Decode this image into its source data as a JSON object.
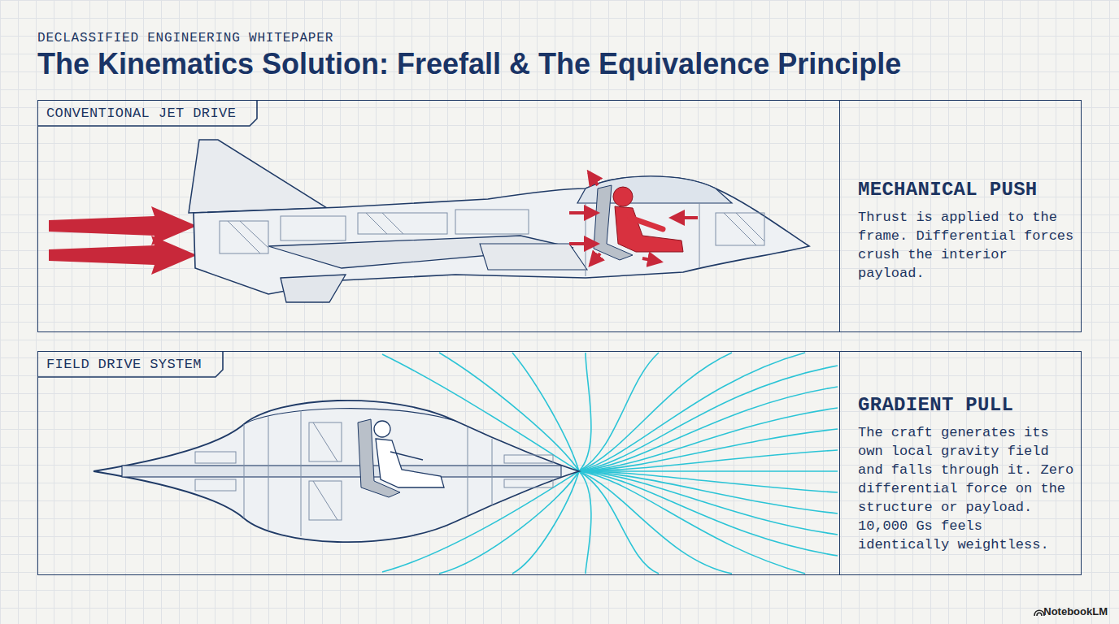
{
  "diagram": {
    "title": "The Kinematics Solution: Freefall & The Equivalence Principle",
    "nodes": [
      {
        "text": [
          "CONVENTIONAL JET DRIVE"
        ]
      },
      {
        "text": [
          "MECHANICAL PUSH",
          "Thrust is applied to the frame. Differential forces crush the interior payload."
        ],
        "in": 0
      },
      {
        "text": [
          "FIELD DRIVE SYSTEM"
        ]
      },
      {
        "text": [
          "GRADIENT PULL",
          "The craft generates its own local gravity field and falls through it. Zero differential force on the structure or payload. 10,000 Gs feels identically weightless."
        ],
        "in": 2
      }
    ],
    "labels": [
      "DECLASSIFIED ENGINEERING WHITEPAPER",
      "NotebookLM"
    ]
  }
}
